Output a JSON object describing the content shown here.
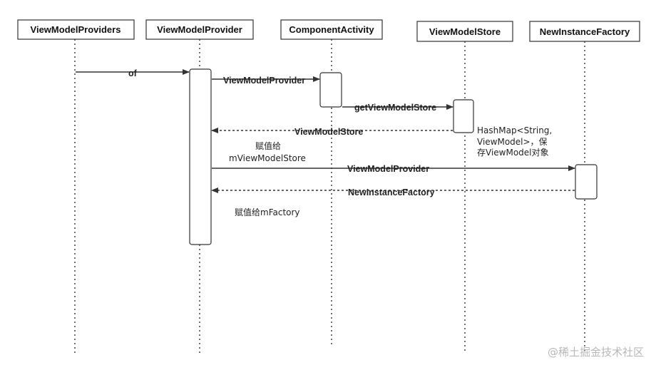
{
  "participants": [
    {
      "label": "ViewModelProviders"
    },
    {
      "label": "ViewModelProvider"
    },
    {
      "label": "ComponentActivity"
    },
    {
      "label": "ViewModelStore"
    },
    {
      "label": "NewInstanceFactory"
    }
  ],
  "messages": [
    {
      "label": "of",
      "style": "solid"
    },
    {
      "label": "ViewModelProvider",
      "style": "solid"
    },
    {
      "label": "getViewModelStore",
      "style": "solid"
    },
    {
      "label": "ViewModelStore",
      "style": "dashed"
    },
    {
      "label": "ViewModelProvider",
      "style": "solid"
    },
    {
      "label": "NewInstanceFactory",
      "style": "dashed"
    }
  ],
  "notes": {
    "assign_store_1": "赋值给",
    "assign_store_2": "mViewModelStore",
    "hashmap_1": "HashMap<String,",
    "hashmap_2": "ViewModel>，保",
    "hashmap_3": "存ViewModel对象",
    "assign_factory": "赋值给mFactory"
  },
  "watermark": "@稀土掘金技术社区"
}
